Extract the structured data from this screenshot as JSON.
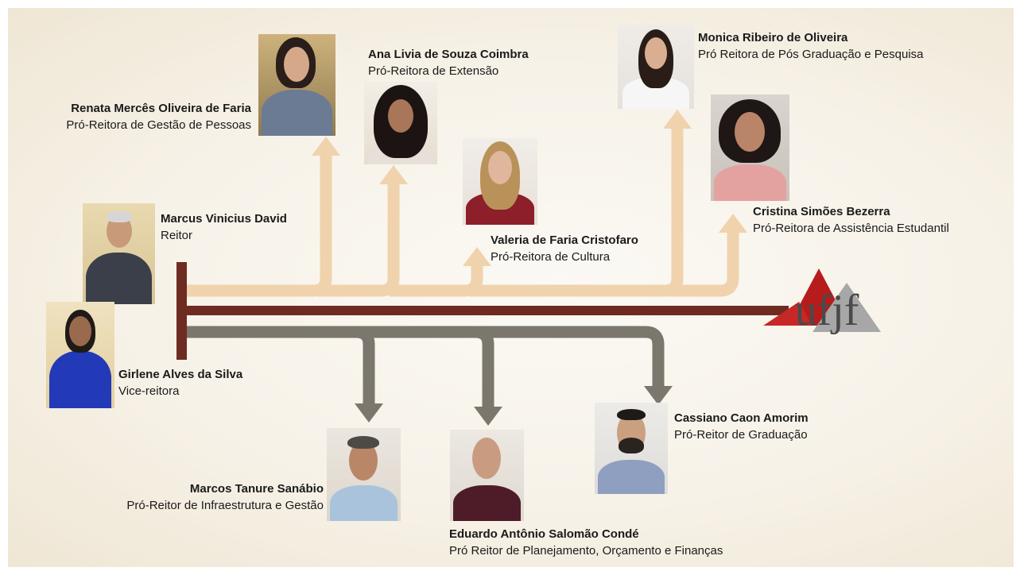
{
  "logo": {
    "text": "ufjf",
    "colors": {
      "red": "#b71c1c",
      "gray": "#9e9e9e"
    }
  },
  "colors": {
    "trunk": "#6e2b22",
    "upper_arrows": "#f0d2ad",
    "lower_arrows": "#7b776d"
  },
  "people": {
    "marcus": {
      "name": "Marcus Vinicius David",
      "role": "Reitor"
    },
    "girlene": {
      "name": "Girlene Alves da Silva",
      "role": "Vice-reitora"
    },
    "renata": {
      "name": "Renata Mercês Oliveira de Faria",
      "role": "Pró-Reitora de Gestão de Pessoas"
    },
    "ana": {
      "name": "Ana Livia de Souza Coimbra",
      "role": "Pró-Reitora de Extensão"
    },
    "valeria": {
      "name": "Valeria de Faria Cristofaro",
      "role": "Pró-Reitora de Cultura"
    },
    "monica": {
      "name": "Monica Ribeiro de Oliveira",
      "role": "Pró Reitora de Pós Graduação e Pesquisa"
    },
    "cristina": {
      "name": "Cristina Simões Bezerra",
      "role": "Pró-Reitora de Assistência Estudantil"
    },
    "marcos": {
      "name": "Marcos Tanure Sanábio",
      "role": "Pró-Reitor de Infraestrutura e Gestão"
    },
    "eduardo": {
      "name": "Eduardo Antônio Salomão Condé",
      "role": "Pró Reitor de Planejamento, Orçamento e Finanças"
    },
    "cassiano": {
      "name": "Cassiano Caon Amorim",
      "role": "Pró-Reitor de Graduação"
    }
  }
}
